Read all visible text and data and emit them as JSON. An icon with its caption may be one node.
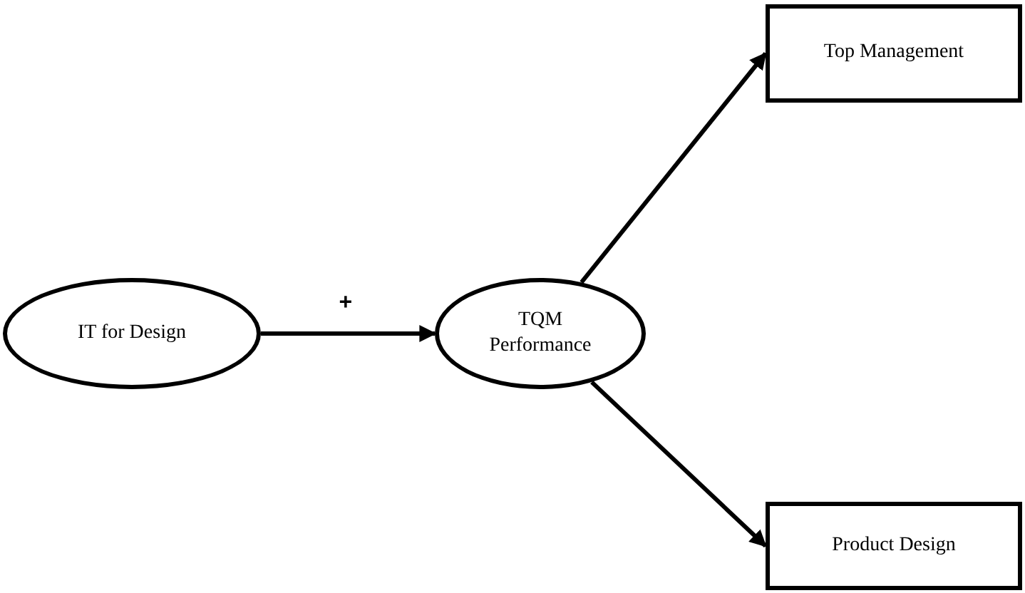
{
  "diagram": {
    "nodes": [
      {
        "text": [
          "IT for Design"
        ]
      },
      {
        "text": [
          "TQM Performance"
        ]
      },
      {
        "text": [
          "Top Management"
        ]
      },
      {
        "text": [
          "Product Design"
        ]
      }
    ],
    "edges": [
      {
        "from": 0,
        "to": 1,
        "arrow": "to",
        "label": "+"
      },
      {
        "from": 1,
        "to": 2,
        "arrow": "to"
      },
      {
        "from": 1,
        "to": 3,
        "arrow": "to"
      }
    ]
  }
}
